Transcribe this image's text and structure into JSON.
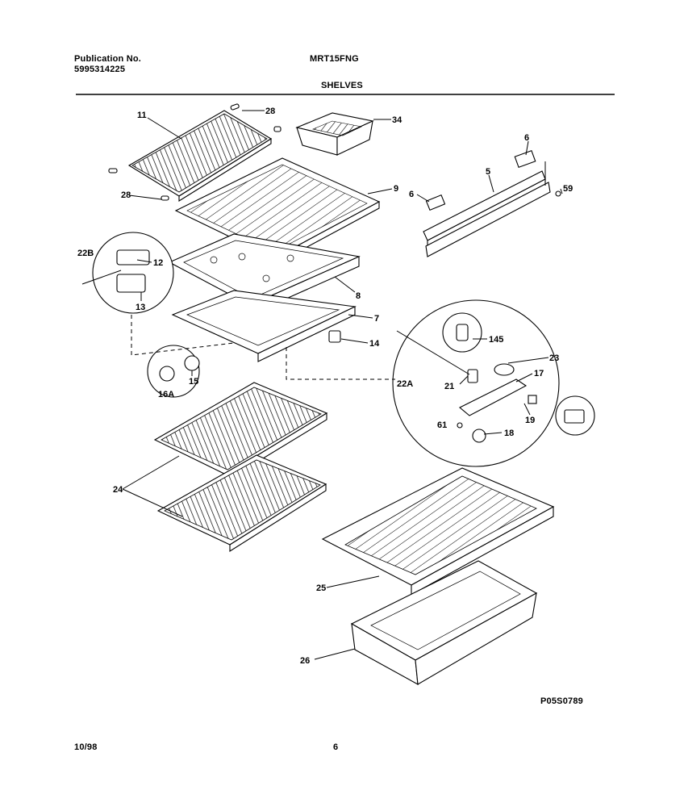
{
  "header": {
    "publication_label": "Publication No.",
    "publication_number": "5995314225",
    "model": "MRT15FNG",
    "section": "SHELVES"
  },
  "footer": {
    "date": "10/98",
    "page": "6",
    "drawing_code": "P05S0789"
  },
  "callouts": {
    "c11": "11",
    "c28a": "28",
    "c28b": "28",
    "c34": "34",
    "c6a": "6",
    "c6b": "6",
    "c5": "5",
    "c59": "59",
    "c9": "9",
    "c22b": "22B",
    "c12": "12",
    "c13": "13",
    "c8": "8",
    "c7": "7",
    "c14": "14",
    "c15": "15",
    "c16a": "16A",
    "c145": "145",
    "c23": "23",
    "c17": "17",
    "c22a": "22A",
    "c21": "21",
    "c19": "19",
    "c61": "61",
    "c18": "18",
    "c24": "24",
    "c25": "25",
    "c26": "26"
  }
}
